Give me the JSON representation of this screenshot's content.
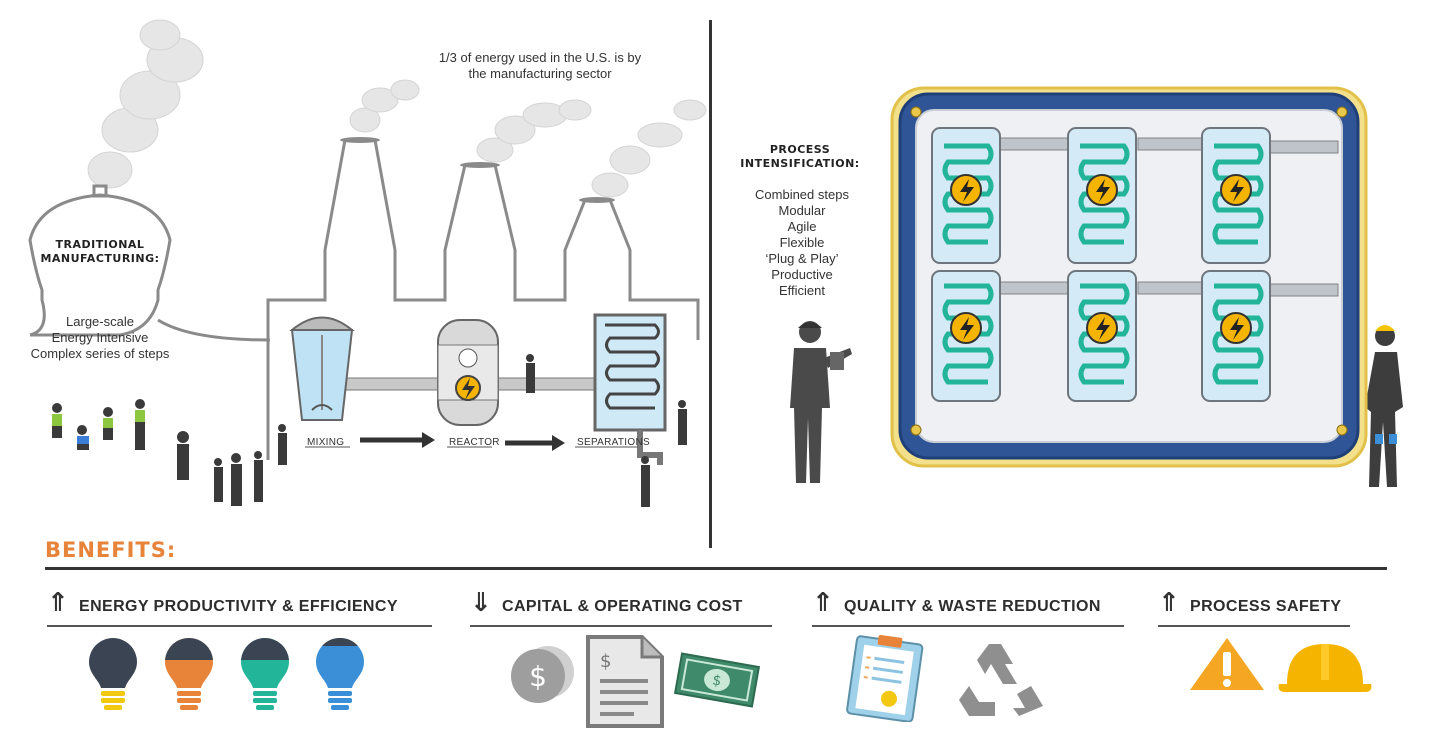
{
  "colors": {
    "accent_orange": "#e8833a",
    "frame_blue": "#2f5597",
    "frame_gold": "#e8c74a",
    "coil_teal": "#22b59a",
    "bolt_yellow": "#f5b400",
    "dark_slate": "#3a4452",
    "blue": "#3a8fd6",
    "safety_orange": "#f5a623"
  },
  "top_note": [
    "1/3 of energy used in the U.S. is by",
    "the manufacturing sector"
  ],
  "traditional": {
    "title": [
      "TRADITIONAL",
      "MANUFACTURING:"
    ],
    "features": [
      "Large-scale",
      "Energy Intensive",
      "Complex series of steps"
    ]
  },
  "steps": [
    "MIXING",
    "REACTOR",
    "SEPARATIONS"
  ],
  "process_intensification": {
    "title": [
      "PROCESS",
      "INTENSIFICATION:"
    ],
    "features": [
      "Combined steps",
      "Modular",
      "Agile",
      "Flexible",
      "‘Plug & Play’",
      "Productive",
      "Efficient"
    ]
  },
  "benefits": {
    "heading": "BENEFITS:",
    "items": [
      {
        "direction": "up",
        "label": "ENERGY PRODUCTIVITY & EFFICIENCY",
        "icons": [
          "lightbulb-icon",
          "lightbulb-icon",
          "lightbulb-icon",
          "lightbulb-icon"
        ]
      },
      {
        "direction": "down",
        "label": "CAPITAL & OPERATING COST",
        "icons": [
          "coin-icon",
          "document-icon",
          "banknote-icon"
        ]
      },
      {
        "direction": "up",
        "label": "QUALITY & WASTE REDUCTION",
        "icons": [
          "clipboard-icon",
          "recycle-icon"
        ]
      },
      {
        "direction": "up",
        "label": "PROCESS SAFETY",
        "icons": [
          "warning-icon",
          "hard-hat-icon"
        ]
      }
    ]
  }
}
